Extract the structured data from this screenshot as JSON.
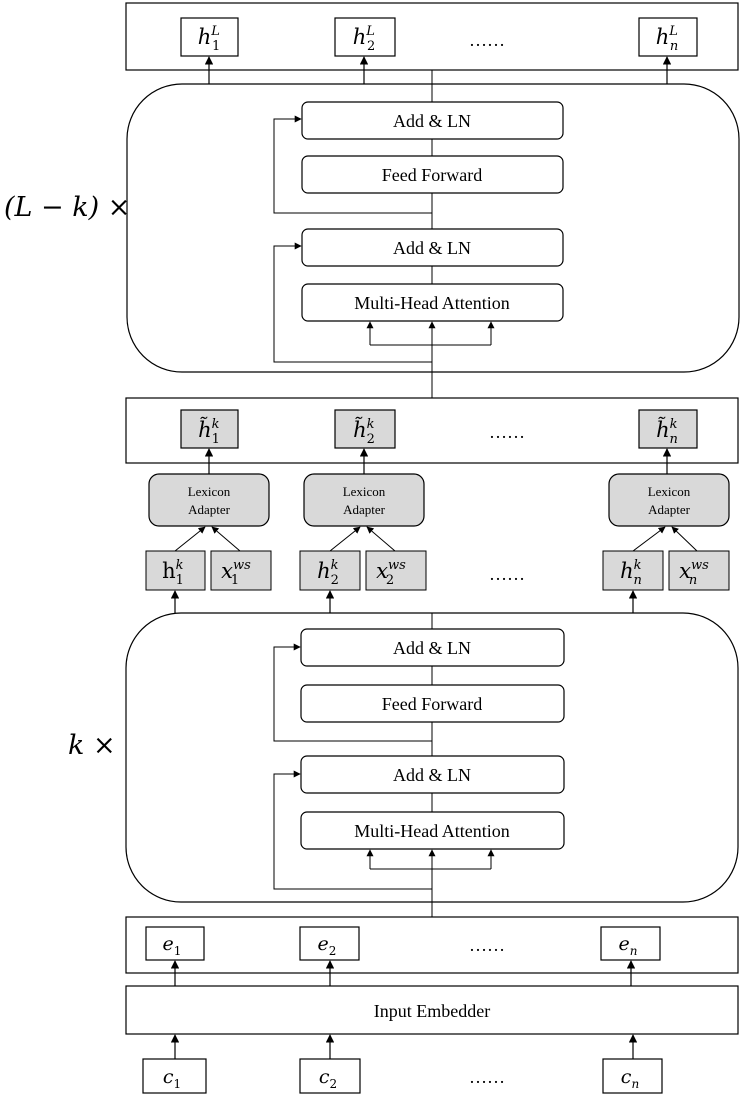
{
  "multipliers": {
    "top": "(L − k) ×",
    "bottom": "k ×"
  },
  "top_block": {
    "add_ln_upper": "Add & LN",
    "feed_forward": "Feed Forward",
    "add_ln_lower": "Add & LN",
    "attention": "Multi-Head Attention"
  },
  "bottom_block": {
    "add_ln_upper": "Add & LN",
    "feed_forward": "Feed Forward",
    "add_ln_lower": "Add & LN",
    "attention": "Multi-Head Attention"
  },
  "output_tokens": {
    "h1": {
      "base": "h",
      "sup": "L",
      "sub": "1"
    },
    "h2": {
      "base": "h",
      "sup": "L",
      "sub": "2"
    },
    "hn": {
      "base": "h",
      "sup": "L",
      "sub": "n"
    },
    "ellipsis": "……"
  },
  "fused_tokens": {
    "h1": {
      "base": "h̃",
      "sup": "k",
      "sub": "1"
    },
    "h2": {
      "base": "h̃",
      "sup": "k",
      "sub": "2"
    },
    "hn": {
      "base": "h̃",
      "sup": "k",
      "sub": "n"
    },
    "ellipsis": "……"
  },
  "adapters": {
    "line1": "Lexicon",
    "line2": "Adapter"
  },
  "layer_k_tokens": {
    "h1": {
      "base": "h",
      "sup": "k",
      "sub": "1"
    },
    "x1": {
      "base": "x",
      "sup": "ws",
      "sub": "1"
    },
    "h2": {
      "base": "h",
      "sup": "k",
      "sub": "2"
    },
    "x2": {
      "base": "x",
      "sup": "ws",
      "sub": "2"
    },
    "hn": {
      "base": "h",
      "sup": "k",
      "sub": "n"
    },
    "xn": {
      "base": "x",
      "sup": "ws",
      "sub": "n"
    },
    "ellipsis": "……"
  },
  "embeddings": {
    "e1": {
      "base": "e",
      "sub": "1"
    },
    "e2": {
      "base": "e",
      "sub": "2"
    },
    "en": {
      "base": "e",
      "sub": "n"
    },
    "ellipsis": "……"
  },
  "input_embedder": "Input Embedder",
  "chars": {
    "c1": {
      "base": "c",
      "sub": "1"
    },
    "c2": {
      "base": "c",
      "sub": "2"
    },
    "cn": {
      "base": "c",
      "sub": "n"
    },
    "ellipsis": "……"
  },
  "colors": {
    "stroke": "#000000",
    "gray_fill": "#d9d9d9",
    "background": "#ffffff"
  }
}
